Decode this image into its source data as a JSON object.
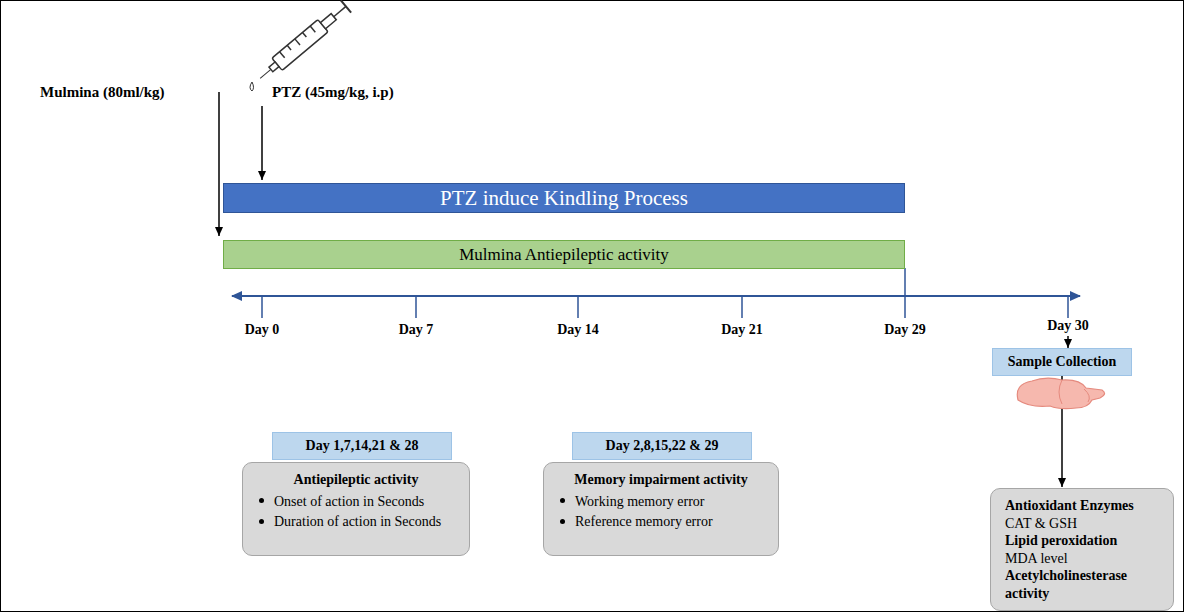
{
  "diagram": {
    "nodes": [
      {
        "text": [
          "PTZ induce Kindling Process"
        ]
      },
      {
        "text": [
          "Mulmina Antiepileptic activity"
        ]
      },
      {
        "text": [
          "Day 1,7,14,21 & 28"
        ]
      },
      {
        "text": [
          "Antiepileptic activity",
          "Onset of action in Seconds",
          "Duration of action in Seconds"
        ]
      },
      {
        "text": [
          "Day 2,8,15,22 & 29"
        ]
      },
      {
        "text": [
          "Memory impairment  activity",
          "Working memory error",
          "Reference memory error"
        ]
      },
      {
        "text": [
          "Sample Collection"
        ]
      },
      {
        "text": [
          "Antioxidant Enzymes",
          "CAT & GSH",
          "Lipid peroxidation",
          "MDA level",
          "Acetylcholinesterase activity"
        ]
      }
    ],
    "edges": [
      {
        "from": 6,
        "to": 7,
        "arrow": "to"
      }
    ],
    "labels": [
      "Mulmina (80ml/kg)",
      "PTZ (45mg/kg, i.p)",
      "Day 0",
      "Day 7",
      "Day 14",
      "Day 21",
      "Day 29",
      "Day 30"
    ]
  }
}
